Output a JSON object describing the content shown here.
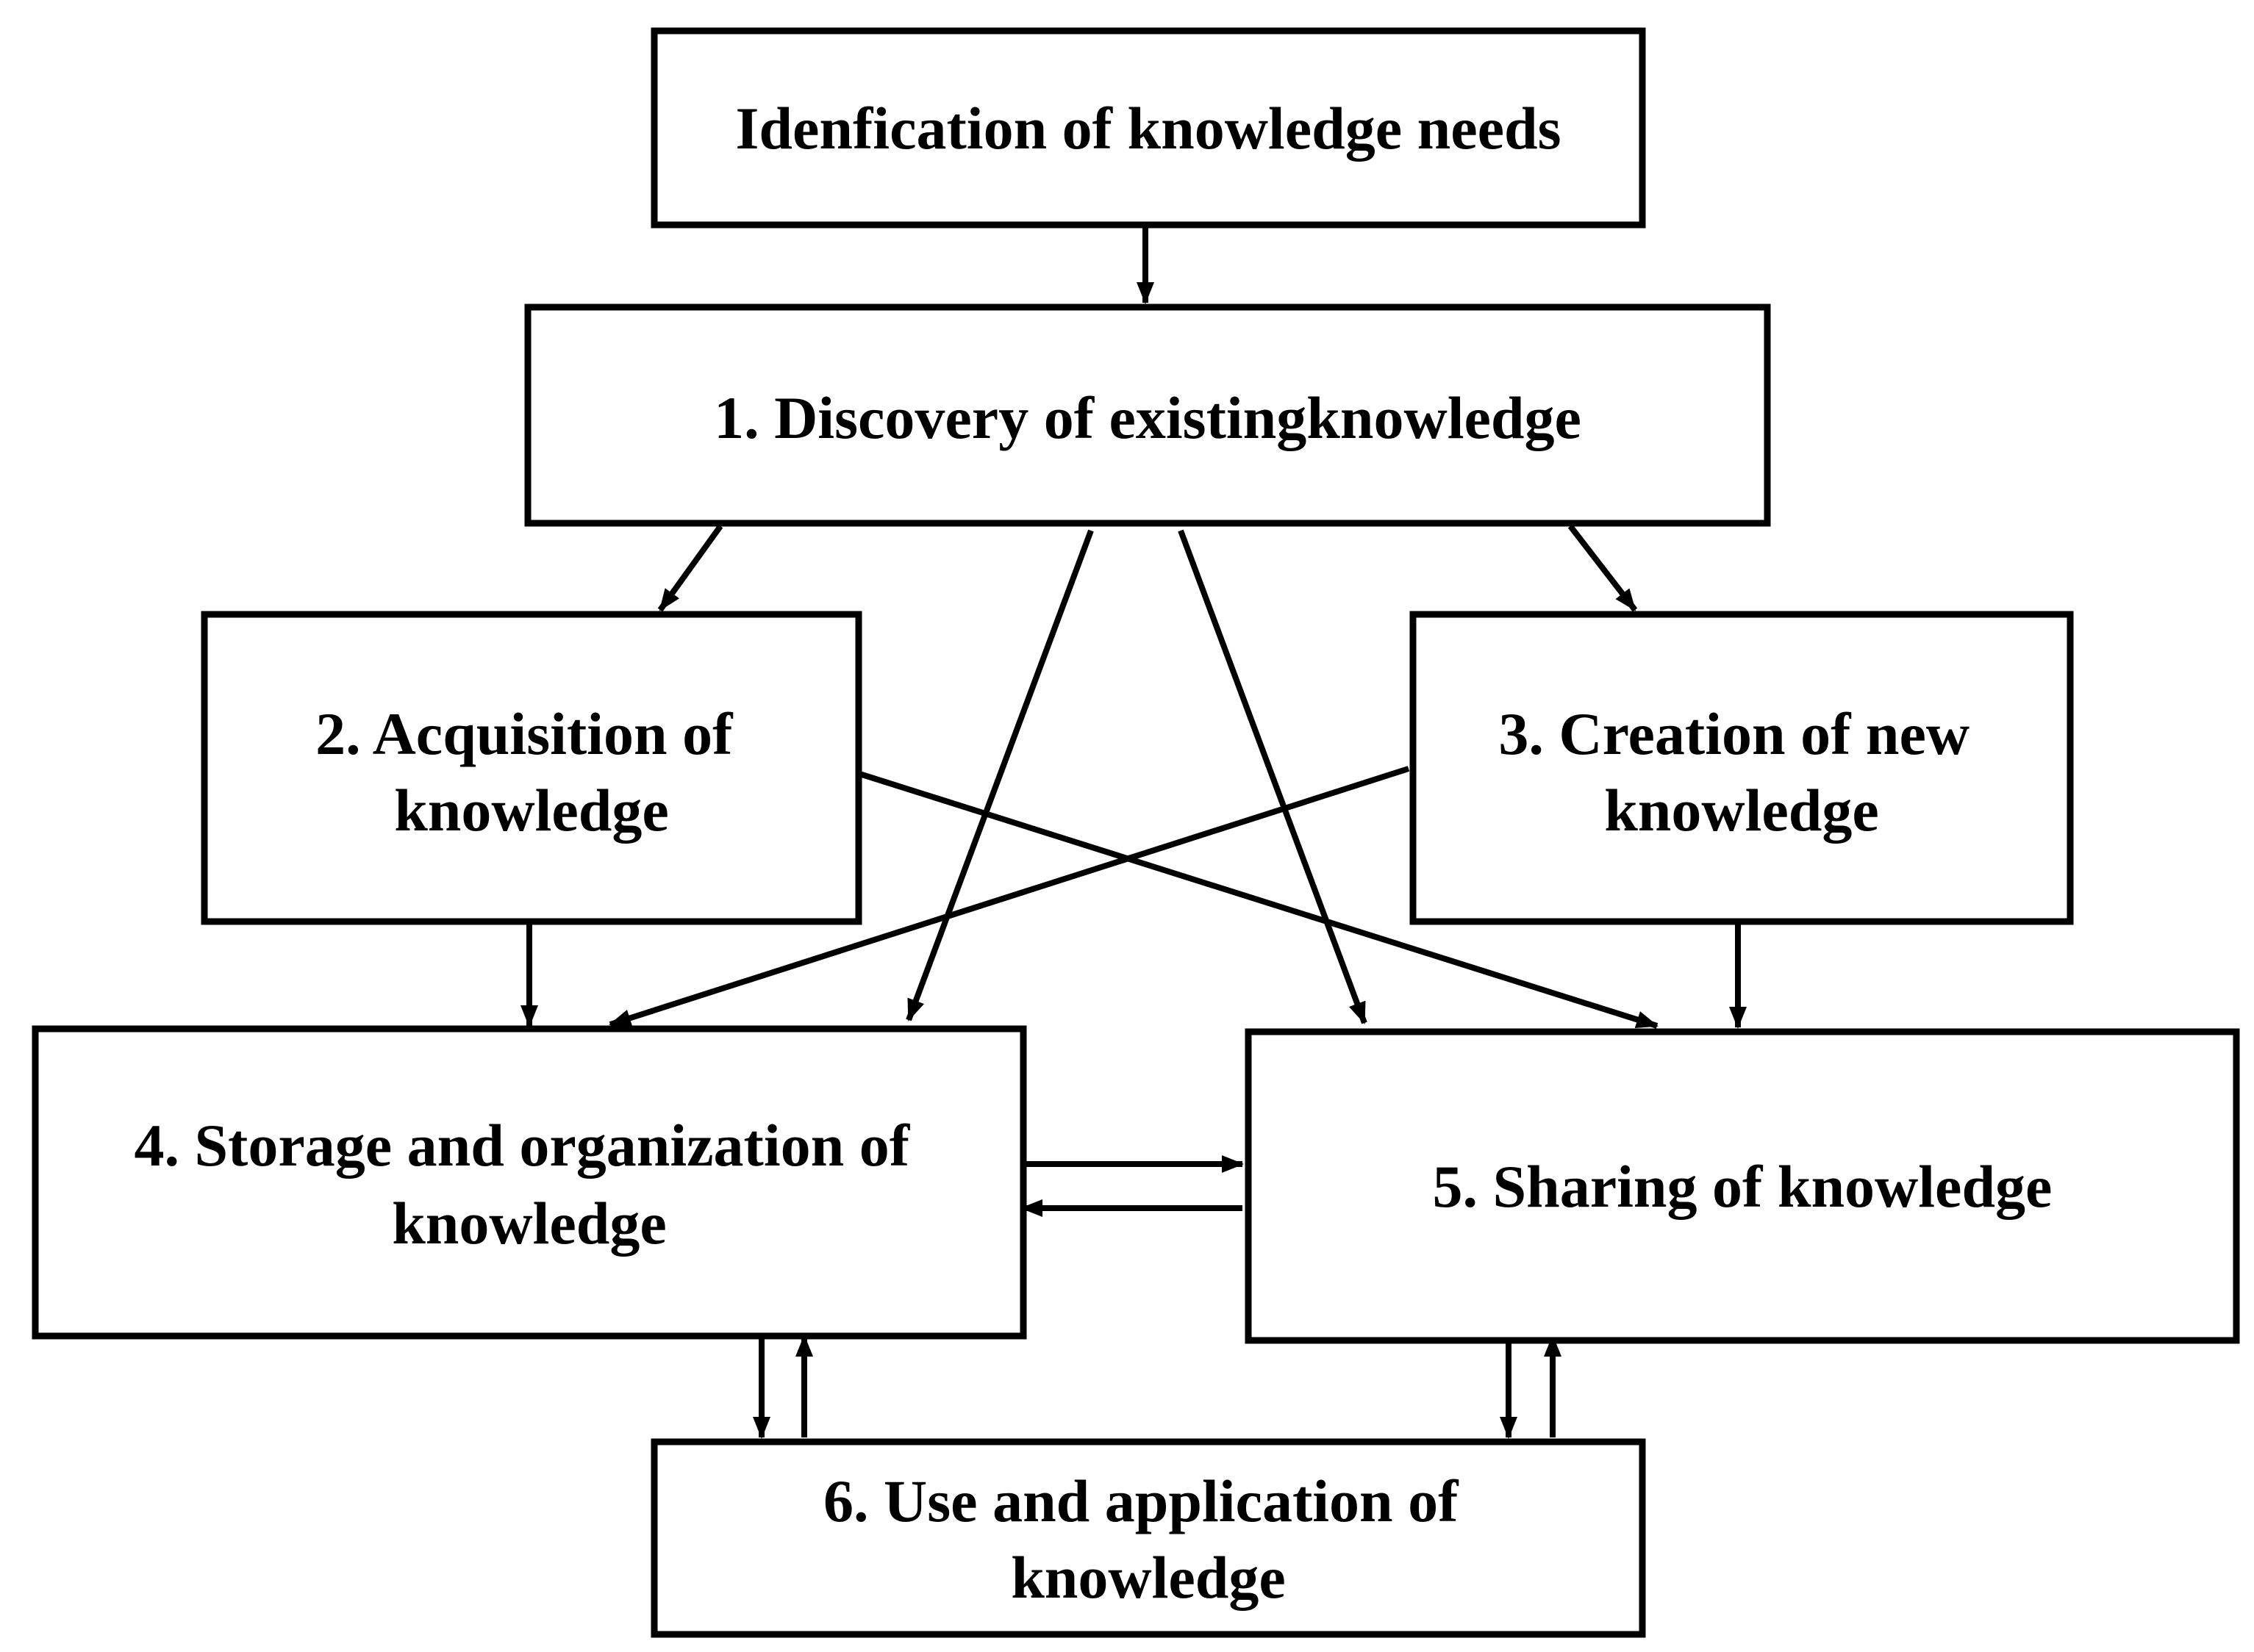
{
  "diagram": {
    "nodes": {
      "needs": {
        "lines": [
          "Idenfication of knowledge needs"
        ]
      },
      "discovery": {
        "lines": [
          "1. Discovery of existingknowledge"
        ]
      },
      "acquisition": {
        "lines": [
          "2. Acquisition of",
          "knowledge"
        ]
      },
      "creation": {
        "lines": [
          "3. Creation of new",
          "knowledge"
        ]
      },
      "storage": {
        "lines": [
          "4. Storage and organization of",
          "knowledge"
        ]
      },
      "sharing": {
        "lines": [
          "5. Sharing of knowledge"
        ]
      },
      "use": {
        "lines": [
          "6. Use and application of",
          "knowledge"
        ]
      }
    },
    "edges": [
      {
        "from": "needs",
        "to": "discovery"
      },
      {
        "from": "discovery",
        "to": "acquisition"
      },
      {
        "from": "discovery",
        "to": "creation"
      },
      {
        "from": "discovery",
        "to": "storage"
      },
      {
        "from": "discovery",
        "to": "sharing"
      },
      {
        "from": "acquisition",
        "to": "storage"
      },
      {
        "from": "acquisition",
        "to": "sharing"
      },
      {
        "from": "creation",
        "to": "storage"
      },
      {
        "from": "creation",
        "to": "sharing"
      },
      {
        "from": "storage",
        "to": "sharing"
      },
      {
        "from": "sharing",
        "to": "storage"
      },
      {
        "from": "storage",
        "to": "use"
      },
      {
        "from": "use",
        "to": "storage"
      },
      {
        "from": "sharing",
        "to": "use"
      },
      {
        "from": "use",
        "to": "sharing"
      }
    ],
    "colors": {
      "stroke": "#000000",
      "fill": "#ffffff",
      "text": "#000000"
    }
  }
}
